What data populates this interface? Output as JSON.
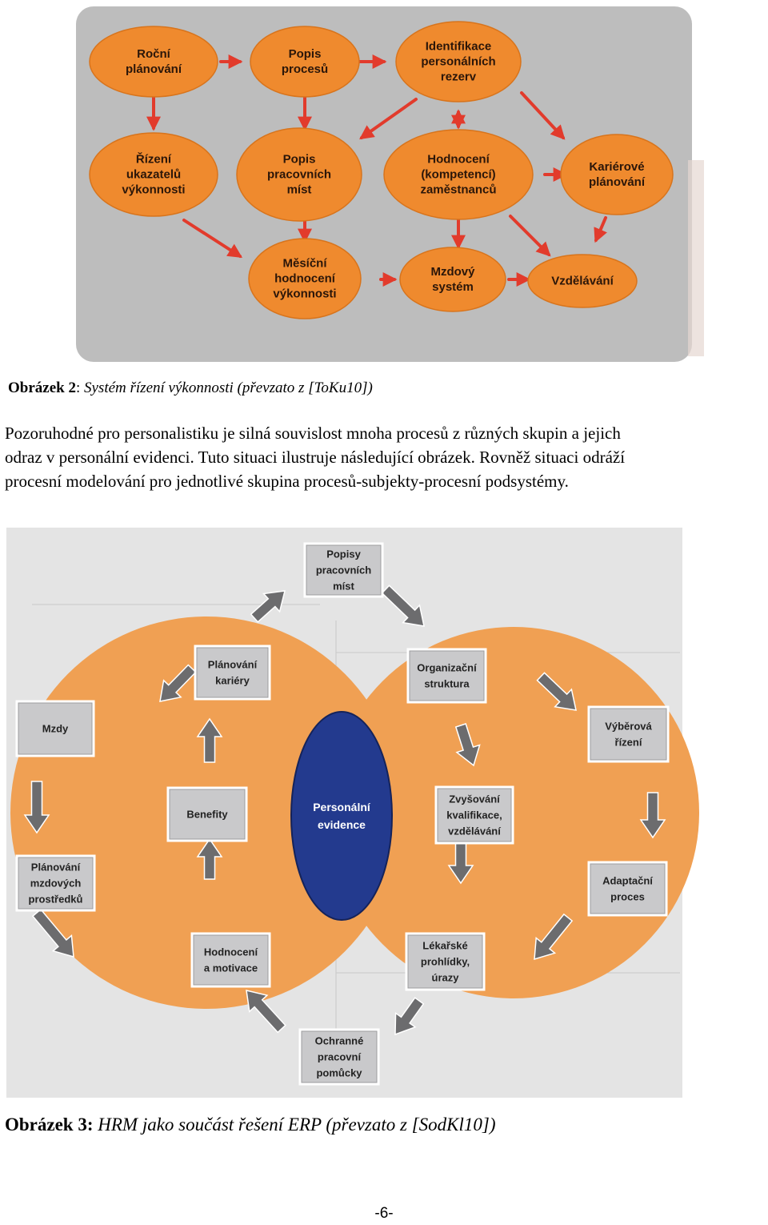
{
  "figure2": {
    "nodes": [
      {
        "id": "rocni",
        "lines": [
          "Roční",
          "plánování"
        ]
      },
      {
        "id": "popis-procesu",
        "lines": [
          "Popis",
          "procesů"
        ]
      },
      {
        "id": "identifikace",
        "lines": [
          "Identifikace",
          "personálních",
          "rezerv"
        ]
      },
      {
        "id": "rizeni",
        "lines": [
          "Řízení",
          "ukazatelů",
          "výkonnosti"
        ]
      },
      {
        "id": "popis-mist",
        "lines": [
          "Popis",
          "pracovních",
          "míst"
        ]
      },
      {
        "id": "hodnoceni",
        "lines": [
          "Hodnocení",
          "(kompetencí)",
          "zaměstnanců"
        ]
      },
      {
        "id": "karierove",
        "lines": [
          "Kariérové",
          "plánování"
        ]
      },
      {
        "id": "mesicni",
        "lines": [
          "Měsíční",
          "hodnocení",
          "výkonnosti"
        ]
      },
      {
        "id": "mzdovy",
        "lines": [
          "Mzdový",
          "systém"
        ]
      },
      {
        "id": "vzdelavani",
        "lines": [
          "Vzdělávání"
        ]
      }
    ],
    "colors": {
      "background": "#bdbdbd",
      "node_fill": "#ef8a2e",
      "node_text": "#2b1609",
      "arrow": "#e23b2c"
    },
    "caption": {
      "label": "Obrázek 2",
      "separator": ":",
      "description": " Systém řízení výkonnosti (převzato z [ToKu10])"
    }
  },
  "paragraph": {
    "lines": [
      "Pozoruhodné pro personalistiku je silná souvislost mnoha procesů z různých skupin a jejich",
      "odraz v personální evidenci. Tuto situaci ilustruje následující obrázek. Rovněž situaci odráží",
      "procesní modelování pro jednotlivé skupina procesů-subjekty-procesní podsystémy."
    ]
  },
  "figure3": {
    "center": {
      "lines": [
        "Personální",
        "evidence"
      ]
    },
    "boxes": [
      {
        "id": "popisy-mist",
        "lines": [
          "Popisy",
          "pracovních",
          "míst"
        ]
      },
      {
        "id": "planovani-kariery",
        "lines": [
          "Plánování",
          "kariéry"
        ]
      },
      {
        "id": "organizacni",
        "lines": [
          "Organizační",
          "struktura"
        ]
      },
      {
        "id": "mzdy",
        "lines": [
          "Mzdy"
        ]
      },
      {
        "id": "vyberova",
        "lines": [
          "Výběrová",
          "řízení"
        ]
      },
      {
        "id": "benefity",
        "lines": [
          "Benefity"
        ]
      },
      {
        "id": "zvysovani",
        "lines": [
          "Zvyšování",
          "kvalifikace,",
          "vzdělávání"
        ]
      },
      {
        "id": "planovani-mzdovych",
        "lines": [
          "Plánování",
          "mzdových",
          "prostředků"
        ]
      },
      {
        "id": "adaptacni",
        "lines": [
          "Adaptační",
          "proces"
        ]
      },
      {
        "id": "hodnoceni-motivace",
        "lines": [
          "Hodnocení",
          "a motivace"
        ]
      },
      {
        "id": "lekarske",
        "lines": [
          "Lékařské",
          "prohlídky,",
          "úrazy"
        ]
      },
      {
        "id": "ochranne",
        "lines": [
          "Ochranné",
          "pracovní",
          "pomůcky"
        ]
      }
    ],
    "colors": {
      "background": "#e4e4e4",
      "circle": "#f0a053",
      "ellipse": "#233a8e",
      "box": "#c9c9cb",
      "arrow": "#6c6c6e"
    },
    "caption": {
      "label": "Obrázek 3:",
      "description": " HRM jako součást řešení ERP (převzato z [SodKl10])"
    }
  },
  "page_number": "-6-"
}
